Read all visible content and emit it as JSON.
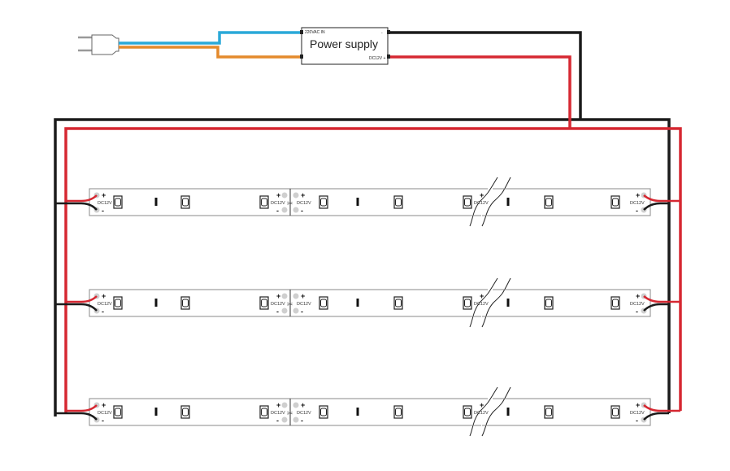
{
  "power_supply": {
    "title": "Power supply",
    "input_label": "220VAC IN",
    "output_label": "DC12V +",
    "output_minus": "-"
  },
  "strip": {
    "voltage_label": "DC12V",
    "plus": "+",
    "minus": "-",
    "rows": 3
  },
  "colors": {
    "live_wire": "#2aa9d8",
    "neutral_wire": "#e48a2c",
    "positive_wire": "#d62832",
    "negative_wire": "#1b1b1b",
    "strip_outline": "#888888",
    "pad": "#cfcfcf"
  },
  "icons": [
    "plug-icon",
    "led-icon",
    "resistor-icon",
    "solder-pad-icon",
    "cut-mark-icon",
    "break-mark-icon"
  ]
}
